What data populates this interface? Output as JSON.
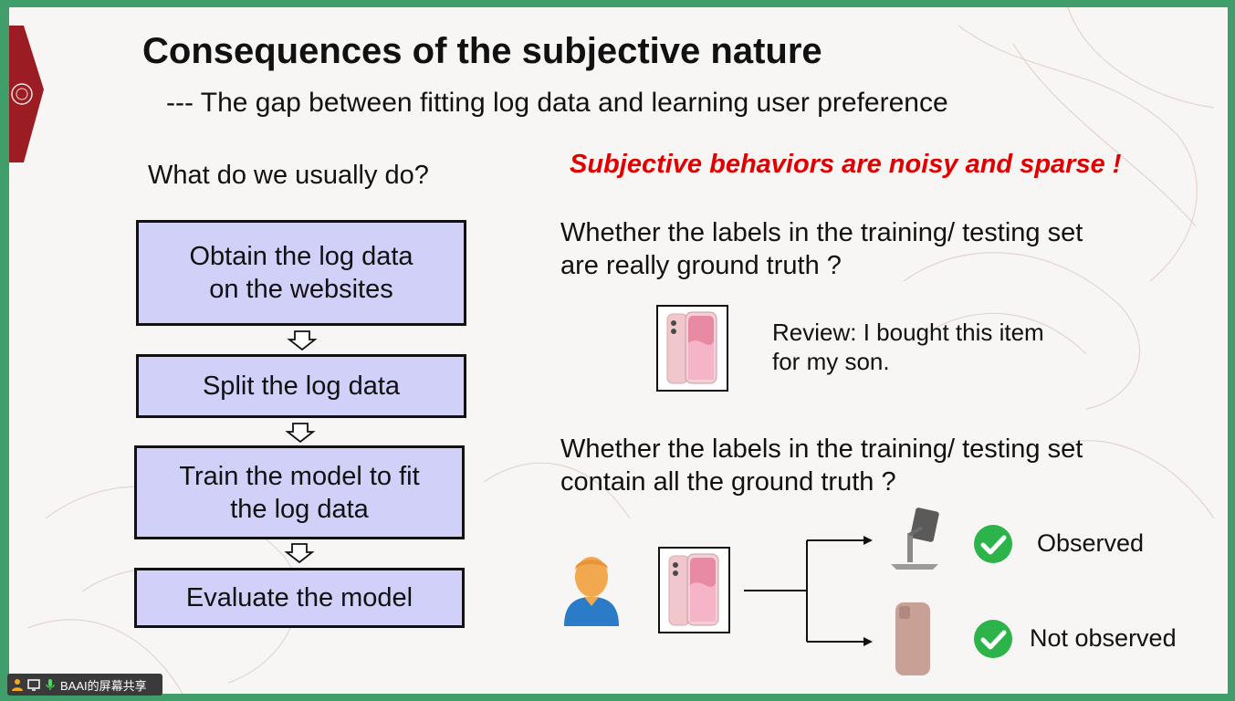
{
  "slide": {
    "title": "Consequences of the subjective nature",
    "subtitle": "--- The gap between fitting log data and learning user preference"
  },
  "left": {
    "question": "What do we usually do?",
    "steps": [
      {
        "line1": "Obtain the log data",
        "line2": "on the websites"
      },
      {
        "line1": "Split the log data",
        "line2": ""
      },
      {
        "line1": "Train the model to fit",
        "line2": "the log data"
      },
      {
        "line1": "Evaluate the model",
        "line2": ""
      }
    ]
  },
  "right": {
    "headline": "Subjective behaviors are noisy and sparse !",
    "q1_line1": "Whether the labels in the training/ testing set",
    "q1_line2": "are really ground truth ?",
    "review_line1": "Review: I bought this item",
    "review_line2": "for my son.",
    "q2_line1": "Whether the labels in the training/ testing set",
    "q2_line2": "contain all the ground truth ?",
    "observed_label": "Observed",
    "not_observed_label": "Not observed"
  },
  "colors": {
    "flow_box_fill": "#d0d0f8",
    "headline_red": "#e00000",
    "check_green": "#2cb34a",
    "frame_green": "#3f9e6a"
  },
  "taskbar": {
    "label": "BAAI的屏幕共享",
    "icons": [
      "user-icon",
      "screen-share-icon",
      "microphone-icon"
    ]
  }
}
